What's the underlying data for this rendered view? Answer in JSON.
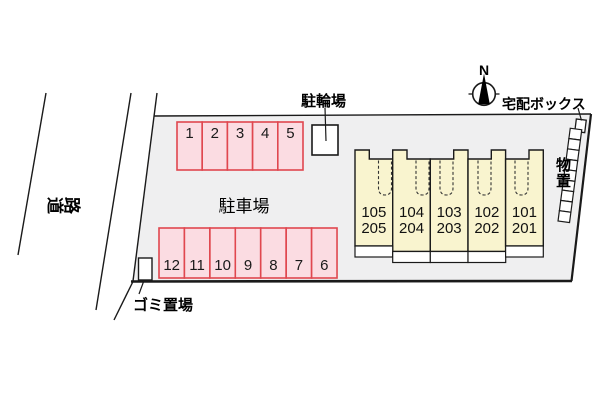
{
  "road": {
    "label": "道路"
  },
  "parking": {
    "label": "駐車場",
    "top_row": [
      "1",
      "2",
      "3",
      "4",
      "5"
    ],
    "bottom_row": [
      "12",
      "11",
      "10",
      "9",
      "8",
      "7",
      "6"
    ]
  },
  "bicycle": {
    "label": "駐輪場"
  },
  "garbage": {
    "label": "ゴミ置場"
  },
  "delivery": {
    "label": "宅配ボックス"
  },
  "storage": {
    "label": "物置"
  },
  "compass": {
    "label": "N"
  },
  "units": [
    {
      "line1": "105",
      "line2": "205"
    },
    {
      "line1": "104",
      "line2": "204"
    },
    {
      "line1": "103",
      "line2": "203"
    },
    {
      "line1": "102",
      "line2": "202"
    },
    {
      "line1": "101",
      "line2": "201"
    }
  ],
  "colors": {
    "site_fill": "#efeff0",
    "parking_fill": "#fbdce2",
    "parking_border": "#e0474f",
    "building_fill": "#f9f4cf",
    "line": "#1a1a1a",
    "background": "#ffffff"
  }
}
